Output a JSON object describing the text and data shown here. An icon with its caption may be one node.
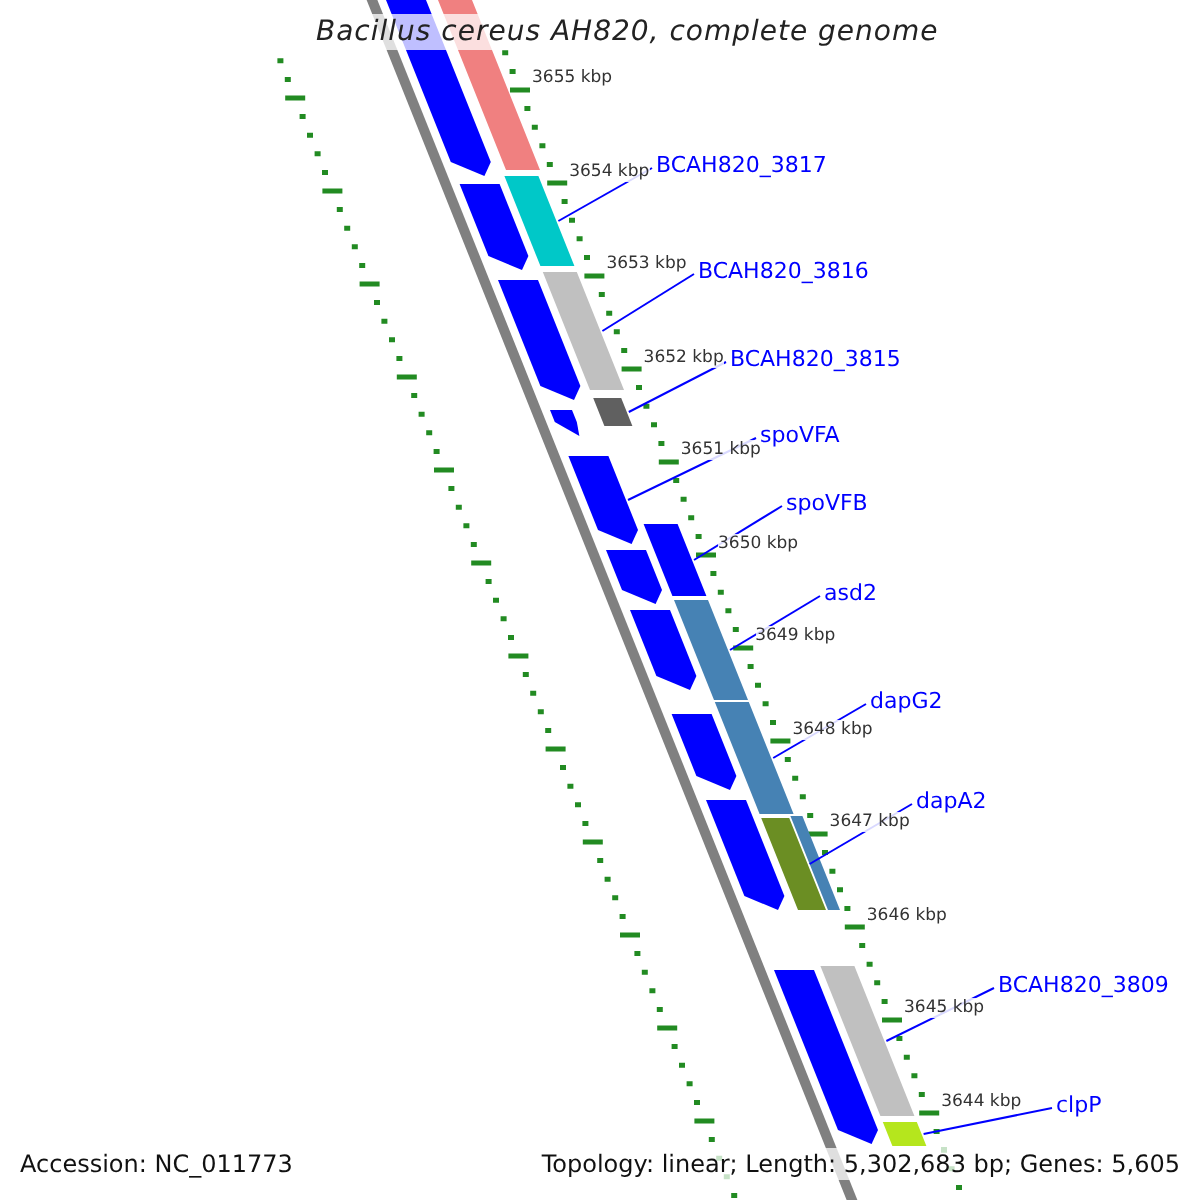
{
  "diagram": {
    "title": "Bacillus cereus AH820, complete genome",
    "nodes": [
      {
        "text": [
          "BCAH820_3817"
        ]
      },
      {
        "text": [],
        "shape": "bar"
      },
      {
        "text": [
          "BCAH820_3816"
        ]
      },
      {
        "text": [],
        "shape": "bar"
      },
      {
        "text": [
          "BCAH820_3815"
        ]
      },
      {
        "text": [],
        "shape": "bar"
      },
      {
        "text": [
          "spoVFA"
        ]
      },
      {
        "text": [],
        "shape": "arrow"
      },
      {
        "text": [
          "spoVFB"
        ]
      },
      {
        "text": [],
        "shape": "bar"
      },
      {
        "text": [
          "asd2"
        ]
      },
      {
        "text": [],
        "shape": "bar"
      },
      {
        "text": [
          "dapG2"
        ]
      },
      {
        "text": [],
        "shape": "bar"
      },
      {
        "text": [
          "dapA2"
        ]
      },
      {
        "text": [],
        "shape": "bar"
      },
      {
        "text": [
          "BCAH820_3809"
        ]
      },
      {
        "text": [],
        "shape": "bar"
      },
      {
        "text": [
          "clpP"
        ]
      },
      {
        "text": [],
        "shape": "bar"
      }
    ],
    "edges": [
      {
        "from": 0,
        "to": 1,
        "arrow": "none"
      },
      {
        "from": 2,
        "to": 3,
        "arrow": "none"
      },
      {
        "from": 4,
        "to": 5,
        "arrow": "none"
      },
      {
        "from": 6,
        "to": 7,
        "arrow": "none"
      },
      {
        "from": 8,
        "to": 9,
        "arrow": "none"
      },
      {
        "from": 10,
        "to": 11,
        "arrow": "none"
      },
      {
        "from": 12,
        "to": 13,
        "arrow": "none"
      },
      {
        "from": 14,
        "to": 15,
        "arrow": "none"
      },
      {
        "from": 16,
        "to": 17,
        "arrow": "none"
      },
      {
        "from": 18,
        "to": 19,
        "arrow": "none"
      }
    ],
    "labels": [
      "3655 kbp",
      "3654 kbp",
      "3653 kbp",
      "3652 kbp",
      "3651 kbp",
      "3650 kbp",
      "3649 kbp",
      "3648 kbp",
      "3647 kbp",
      "3646 kbp",
      "3645 kbp",
      "3644 kbp",
      "Accession: NC_011773",
      "Topology: linear; Length: 5,302,683 bp; Genes: 5,605"
    ]
  }
}
